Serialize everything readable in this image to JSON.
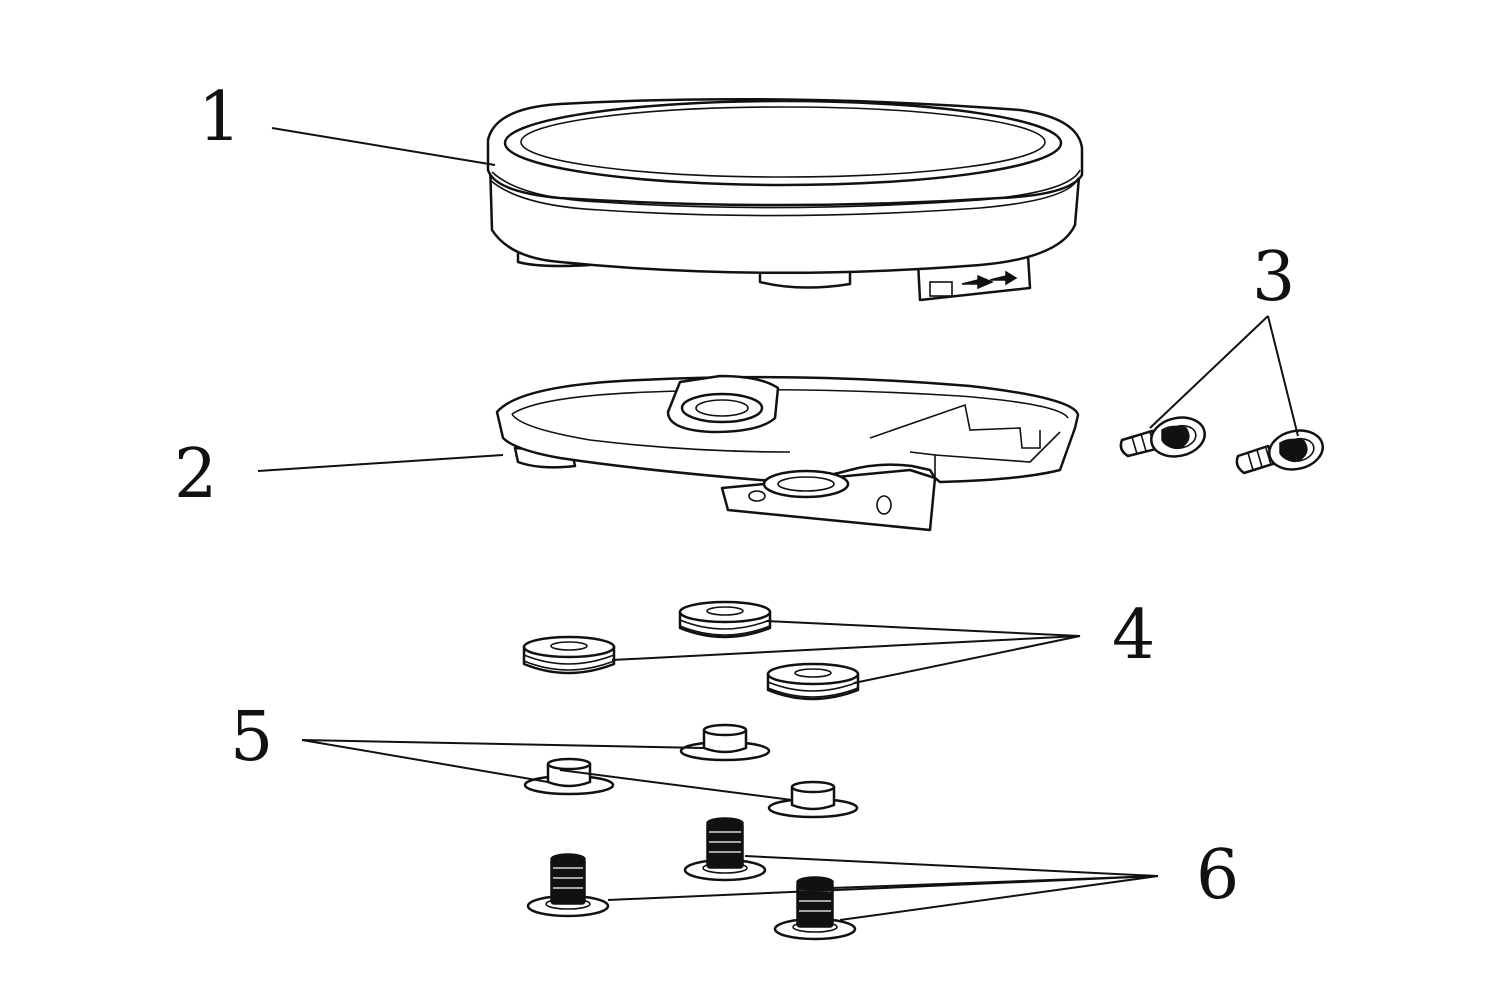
{
  "figure": {
    "callouts": [
      {
        "id": "1",
        "label": "1"
      },
      {
        "id": "2",
        "label": "2"
      },
      {
        "id": "3",
        "label": "3"
      },
      {
        "id": "4",
        "label": "4"
      },
      {
        "id": "5",
        "label": "5"
      },
      {
        "id": "6",
        "label": "6"
      }
    ]
  }
}
